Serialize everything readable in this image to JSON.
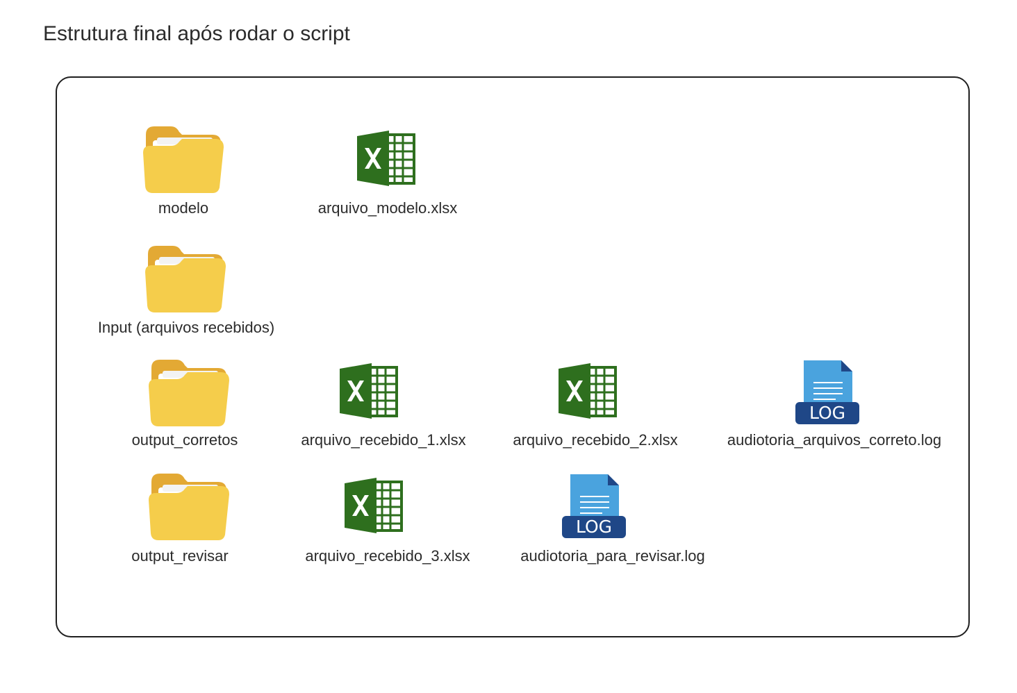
{
  "title": "Estrutura final após rodar o script",
  "items": {
    "modelo": {
      "label": "modelo",
      "icon": "folder-icon"
    },
    "arquivo_modelo": {
      "label": "arquivo_modelo.xlsx",
      "icon": "excel-icon"
    },
    "input": {
      "label": "Input (arquivos recebidos)",
      "icon": "folder-icon"
    },
    "output_corretos": {
      "label": "output_corretos",
      "icon": "folder-icon"
    },
    "arquivo_recebido_1": {
      "label": "arquivo_recebido_1.xlsx",
      "icon": "excel-icon"
    },
    "arquivo_recebido_2": {
      "label": "arquivo_recebido_2.xlsx",
      "icon": "excel-icon"
    },
    "audit_correto": {
      "label": "audiotoria_arquivos_correto.log",
      "icon": "log-file-icon",
      "badge": "LOG"
    },
    "output_revisar": {
      "label": "output_revisar",
      "icon": "folder-icon"
    },
    "arquivo_recebido_3": {
      "label": "arquivo_recebido_3.xlsx",
      "icon": "excel-icon"
    },
    "audit_revisar": {
      "label": "audiotoria_para_revisar.log",
      "icon": "log-file-icon",
      "badge": "LOG"
    }
  },
  "colors": {
    "folder_back": "#e3a934",
    "folder_front": "#f5cd4b",
    "excel_green": "#2e6f1e",
    "log_blue": "#4aa3de",
    "log_badge": "#1f4787"
  }
}
